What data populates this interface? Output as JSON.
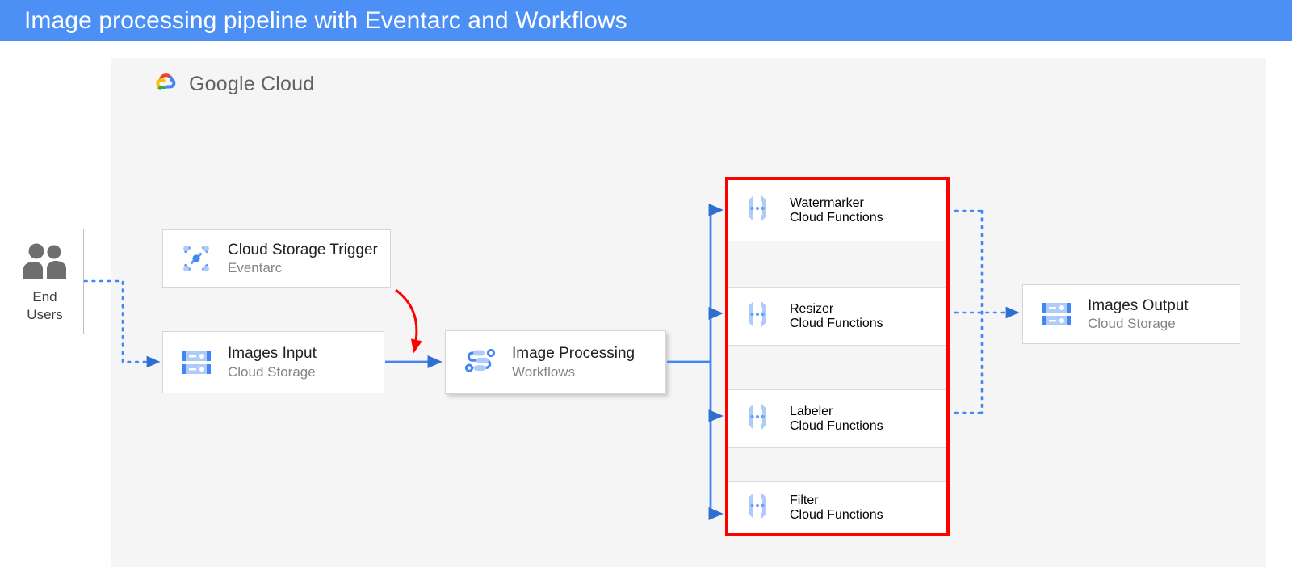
{
  "title_bar": {
    "title": "Image processing pipeline with Eventarc and Workflows",
    "background_color": "#4d90f5",
    "text_color": "#ffffff"
  },
  "cloud_panel": {
    "logo_text_google": "Google",
    "logo_text_cloud": "Cloud",
    "logo_icon": "google-cloud-logo-icon",
    "background_color": "#f5f5f5"
  },
  "actors": {
    "end_users": {
      "label_line1": "End",
      "label_line2": "Users",
      "icon": "users-group-icon",
      "icon_color": "#6e6e6e"
    }
  },
  "nodes": [
    {
      "id": "cloud-storage-trigger",
      "primary": "Cloud Storage Trigger",
      "secondary": "Eventarc",
      "icon": "eventarc-icon"
    },
    {
      "id": "images-input",
      "primary": "Images Input",
      "secondary": "Cloud Storage",
      "icon": "cloud-storage-icon"
    },
    {
      "id": "image-processing",
      "primary": "Image Processing",
      "secondary": "Workflows",
      "icon": "workflows-icon"
    },
    {
      "id": "images-output",
      "primary": "Images Output",
      "secondary": "Cloud Storage",
      "icon": "cloud-storage-icon"
    }
  ],
  "function_group": {
    "border_color": "#ff0000",
    "functions": [
      {
        "id": "watermarker",
        "primary": "Watermarker",
        "secondary": "Cloud Functions",
        "icon": "cloud-functions-icon"
      },
      {
        "id": "resizer",
        "primary": "Resizer",
        "secondary": "Cloud Functions",
        "icon": "cloud-functions-icon"
      },
      {
        "id": "labeler",
        "primary": "Labeler",
        "secondary": "Cloud Functions",
        "icon": "cloud-functions-icon"
      },
      {
        "id": "filter",
        "primary": "Filter",
        "secondary": "Cloud Functions",
        "icon": "cloud-functions-icon"
      }
    ]
  },
  "connectors": {
    "solid_color": "#4285f4",
    "dotted_color": "#4285f4",
    "highlight_color": "#ff0000",
    "edges": [
      {
        "from": "end-users",
        "to": "images-input",
        "style": "dotted"
      },
      {
        "from": "images-input",
        "to": "image-processing",
        "style": "solid"
      },
      {
        "from": "cloud-storage-trigger",
        "to": "images-input-to-workflow-link",
        "style": "solid-curved",
        "color": "#ff0000"
      },
      {
        "from": "image-processing",
        "to": "watermarker",
        "style": "solid"
      },
      {
        "from": "image-processing",
        "to": "resizer",
        "style": "solid"
      },
      {
        "from": "image-processing",
        "to": "labeler",
        "style": "solid"
      },
      {
        "from": "image-processing",
        "to": "filter",
        "style": "solid"
      },
      {
        "from": "watermarker",
        "to": "images-output",
        "style": "dotted"
      },
      {
        "from": "resizer",
        "to": "images-output",
        "style": "dotted"
      },
      {
        "from": "labeler",
        "to": "images-output",
        "style": "dotted"
      },
      {
        "from": "filter",
        "to": "images-output",
        "style": "dotted"
      }
    ]
  }
}
